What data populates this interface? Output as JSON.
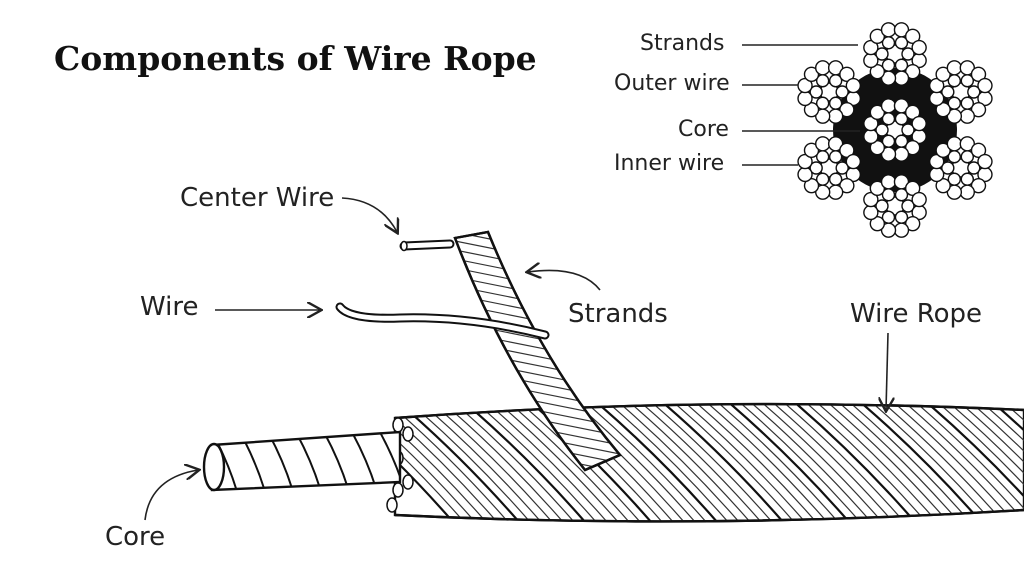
{
  "title": "Components of Wire Rope",
  "labels": {
    "center_wire": "Center Wire",
    "wire": "Wire",
    "strands": "Strands",
    "wire_rope": "Wire Rope",
    "core": "Core"
  },
  "cross_section": {
    "strands": "Strands",
    "outer_wire": "Outer wire",
    "core": "Core",
    "inner_wire": "Inner wire"
  }
}
